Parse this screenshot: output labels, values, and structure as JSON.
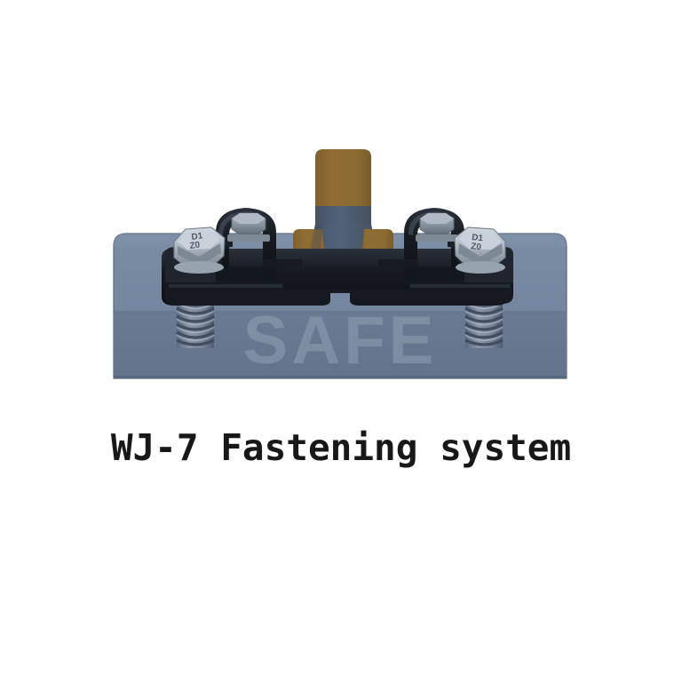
{
  "figure": {
    "caption": "WJ-7 Fastening system",
    "watermark": "SAFE",
    "alt_title": "WJ-7 rail fastening system cross-section",
    "background_color": "#ffffff",
    "caption_color": "#18181a"
  },
  "components": {
    "baseplate": {
      "name": "steel baseplate / tie plate",
      "color_top": "#7386a0",
      "color_bottom": "#68778f",
      "edge_color": "#5d6b80"
    },
    "rail": {
      "name": "rail cross-section",
      "head_color": "#8d6a33",
      "web_color": "#4f5f74",
      "foot_color": "#8d6a33",
      "outline_color": "#3c4856"
    },
    "clip": {
      "name": "elastic tension clip",
      "color": "#181b20",
      "highlight_color": "#3b424c"
    },
    "bolt": {
      "name": "hex head bolt",
      "color": "#97a2ae",
      "shadow_color": "#5c6672"
    },
    "nut_left": {
      "name": "hex nut with marking",
      "marking_line1": "D1",
      "marking_line2": "Z0",
      "color": "#b9c2cb"
    },
    "nut_right": {
      "name": "hex nut with marking",
      "marking_line1": "D1",
      "marking_line2": "Z0",
      "color": "#b9c2cb"
    },
    "screw_spike_left": {
      "name": "threaded screw spike",
      "color": "#7a8799"
    },
    "screw_spike_right": {
      "name": "threaded screw spike",
      "color": "#7a8799"
    },
    "rail_pad": {
      "name": "rubber rail pad",
      "color": "#1e2228"
    },
    "insulator": {
      "name": "insulator / guide plate",
      "color": "#222630"
    }
  },
  "watermark_style": {
    "color": "#8c9aab",
    "opacity": 0.55,
    "font_size": 74
  }
}
